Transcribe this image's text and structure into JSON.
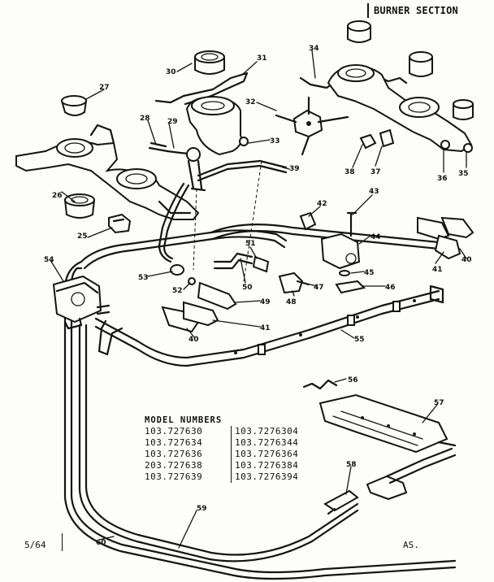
{
  "title": "BURNER SECTION",
  "model_numbers": {
    "header": "MODEL NUMBERS",
    "left_column": [
      "103.727630",
      "103.727634",
      "103.727636",
      "203.727638",
      "103.727639"
    ],
    "right_column": [
      "103.7276304",
      "103.7276344",
      "103.7276364",
      "103.7276384",
      "103.7276394"
    ]
  },
  "page_number": "5/64",
  "footer_code": "AS.",
  "part_labels": [
    "25",
    "26",
    "27",
    "28",
    "29",
    "30",
    "31",
    "32",
    "33",
    "34",
    "35",
    "36",
    "37",
    "38",
    "39",
    "40",
    "40",
    "41",
    "41",
    "42",
    "43",
    "44",
    "45",
    "46",
    "47",
    "48",
    "49",
    "50",
    "51",
    "52",
    "53",
    "54",
    "55",
    "56",
    "57",
    "58",
    "59",
    "60"
  ]
}
